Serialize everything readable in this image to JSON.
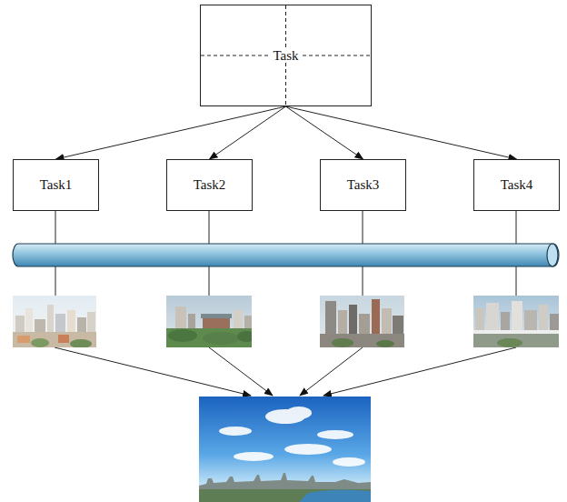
{
  "diagram": {
    "nodes": [
      {
        "text": [
          "Task"
        ]
      },
      {
        "text": [
          "Task1"
        ]
      },
      {
        "text": [
          "Task2"
        ]
      },
      {
        "text": [
          "Task3"
        ]
      },
      {
        "text": [
          "Task4"
        ]
      }
    ],
    "edges": [
      {
        "from": 0,
        "to": 1,
        "arrow": "to"
      },
      {
        "from": 0,
        "to": 2,
        "arrow": "to"
      },
      {
        "from": 0,
        "to": 3,
        "arrow": "to"
      },
      {
        "from": 0,
        "to": 4,
        "arrow": "to"
      }
    ]
  }
}
